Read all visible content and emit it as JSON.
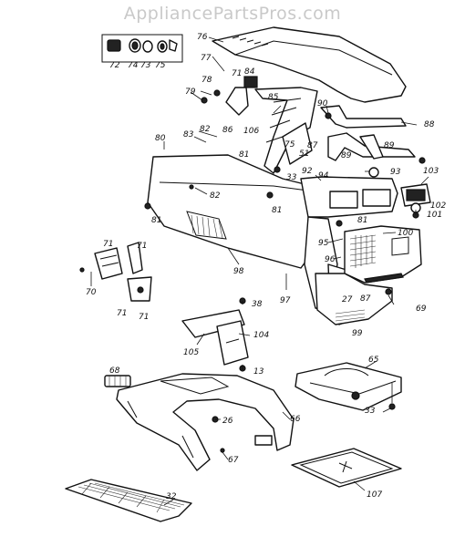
{
  "watermark": "AppliancePartsPros.com",
  "callouts": [
    {
      "id": "c76",
      "text": "76"
    },
    {
      "id": "c72",
      "text": "72"
    },
    {
      "id": "c74",
      "text": "74"
    },
    {
      "id": "c73",
      "text": "73"
    },
    {
      "id": "c75a",
      "text": "75"
    },
    {
      "id": "c77",
      "text": "77"
    },
    {
      "id": "c71a",
      "text": "71"
    },
    {
      "id": "c84",
      "text": "84"
    },
    {
      "id": "c78",
      "text": "78"
    },
    {
      "id": "c79",
      "text": "79"
    },
    {
      "id": "c85",
      "text": "85"
    },
    {
      "id": "c90",
      "text": "90"
    },
    {
      "id": "c88",
      "text": "88"
    },
    {
      "id": "c82a",
      "text": "82"
    },
    {
      "id": "c83",
      "text": "83"
    },
    {
      "id": "c80",
      "text": "80"
    },
    {
      "id": "c86",
      "text": "86"
    },
    {
      "id": "c106",
      "text": "106"
    },
    {
      "id": "c75b",
      "text": "75"
    },
    {
      "id": "c87a",
      "text": "87"
    },
    {
      "id": "c51",
      "text": "51"
    },
    {
      "id": "c89a",
      "text": "89"
    },
    {
      "id": "c89b",
      "text": "89"
    },
    {
      "id": "c81a",
      "text": "81"
    },
    {
      "id": "c33a",
      "text": "33"
    },
    {
      "id": "c92",
      "text": "92"
    },
    {
      "id": "c94",
      "text": "94"
    },
    {
      "id": "c93",
      "text": "93"
    },
    {
      "id": "c103",
      "text": "103"
    },
    {
      "id": "c82b",
      "text": "82"
    },
    {
      "id": "c81b",
      "text": "81"
    },
    {
      "id": "c81c",
      "text": "81"
    },
    {
      "id": "c81d",
      "text": "81"
    },
    {
      "id": "c102",
      "text": "102"
    },
    {
      "id": "c101",
      "text": "101"
    },
    {
      "id": "c100",
      "text": "100"
    },
    {
      "id": "c95",
      "text": "95"
    },
    {
      "id": "c96",
      "text": "96"
    },
    {
      "id": "c71b",
      "text": "71"
    },
    {
      "id": "c71c",
      "text": "71"
    },
    {
      "id": "c70",
      "text": "70"
    },
    {
      "id": "c71d",
      "text": "71"
    },
    {
      "id": "c71e",
      "text": "71"
    },
    {
      "id": "c98",
      "text": "98"
    },
    {
      "id": "c97",
      "text": "97"
    },
    {
      "id": "c27",
      "text": "27"
    },
    {
      "id": "c87b",
      "text": "87"
    },
    {
      "id": "c69",
      "text": "69"
    },
    {
      "id": "c99",
      "text": "99"
    },
    {
      "id": "c38",
      "text": "38"
    },
    {
      "id": "c104",
      "text": "104"
    },
    {
      "id": "c105",
      "text": "105"
    },
    {
      "id": "c13",
      "text": "13"
    },
    {
      "id": "c68",
      "text": "68"
    },
    {
      "id": "c65",
      "text": "65"
    },
    {
      "id": "c26",
      "text": "26"
    },
    {
      "id": "c66",
      "text": "66"
    },
    {
      "id": "c33b",
      "text": "33"
    },
    {
      "id": "c67",
      "text": "67"
    },
    {
      "id": "c107",
      "text": "107"
    },
    {
      "id": "c32",
      "text": "32"
    }
  ]
}
